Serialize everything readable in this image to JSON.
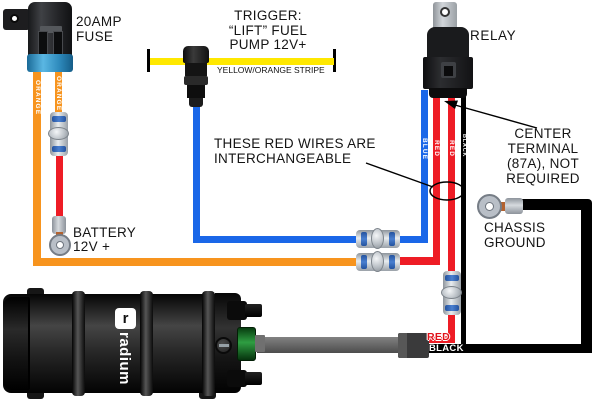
{
  "labels": {
    "fuse": "20AMP\nFUSE",
    "trigger": "TRIGGER:\n“LIFT” FUEL\nPUMP 12V+",
    "trigger_stripe": "YELLOW/ORANGE STRIPE",
    "relay": "RELAY",
    "red_wires_note": "THESE RED WIRES ARE\nINTERCHANGEABLE",
    "center_terminal_note": "CENTER\nTERMINAL\n(87A), NOT\nREQUIRED",
    "chassis_ground": "CHASSIS\nGROUND",
    "battery": "BATTERY\n12V +",
    "pump_red": "RED",
    "pump_black": "BLACK"
  },
  "wire_labels": {
    "orange_left": "ORANGE",
    "orange_right": "ORANGE",
    "blue": "BLUE",
    "red_left": "RED",
    "red_right": "RED",
    "black": "BLACK"
  },
  "pump": {
    "brand": "radium",
    "brand_initial": "r"
  },
  "colors": {
    "orange_wire": "#F7941E",
    "red_wire": "#EE1C25",
    "blue_wire": "#1A67E8",
    "yellow_wire": "#FFE800",
    "black_wire": "#000000",
    "fuse_band": "#2E8ABC",
    "connector_band": "#24539E",
    "pump_green": "#2F9E42"
  }
}
